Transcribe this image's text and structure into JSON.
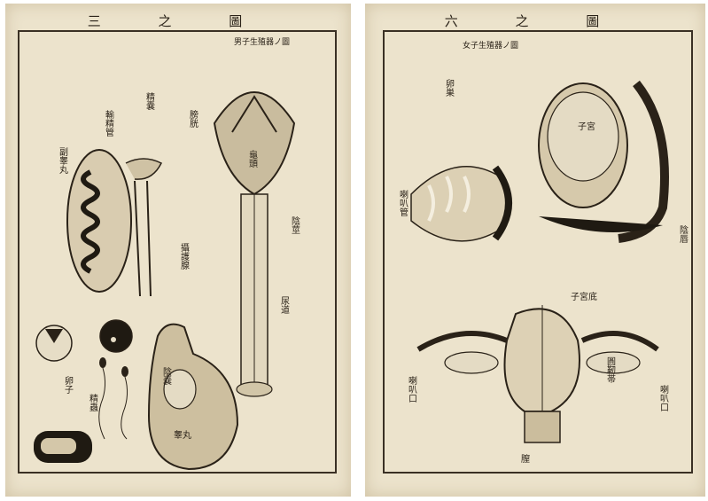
{
  "left_page": {
    "header": "三 之 圖",
    "caption": "男子生殖器ノ圖",
    "labels": {
      "scrotum": "陰嚢",
      "testis": "睾丸",
      "epididymis": "副睾丸",
      "vas_deferens": "輸精管",
      "seminal_vesicle": "精嚢",
      "bladder": "膀胱",
      "prostate": "攝護腺",
      "urethra": "尿道",
      "penis": "陰莖",
      "glans": "龜頭",
      "sperm": "精蟲",
      "ovum": "卵子"
    }
  },
  "right_page": {
    "header": "六 之 圖",
    "caption": "女子生殖器ノ圖",
    "labels": {
      "uterus": "子宮",
      "ovary": "卵巣",
      "tube": "喇叭管",
      "vagina": "膣",
      "fimbria": "喇叭口",
      "ligament": "圓靭帯",
      "labium": "陰唇",
      "fundus": "子宮底"
    }
  }
}
